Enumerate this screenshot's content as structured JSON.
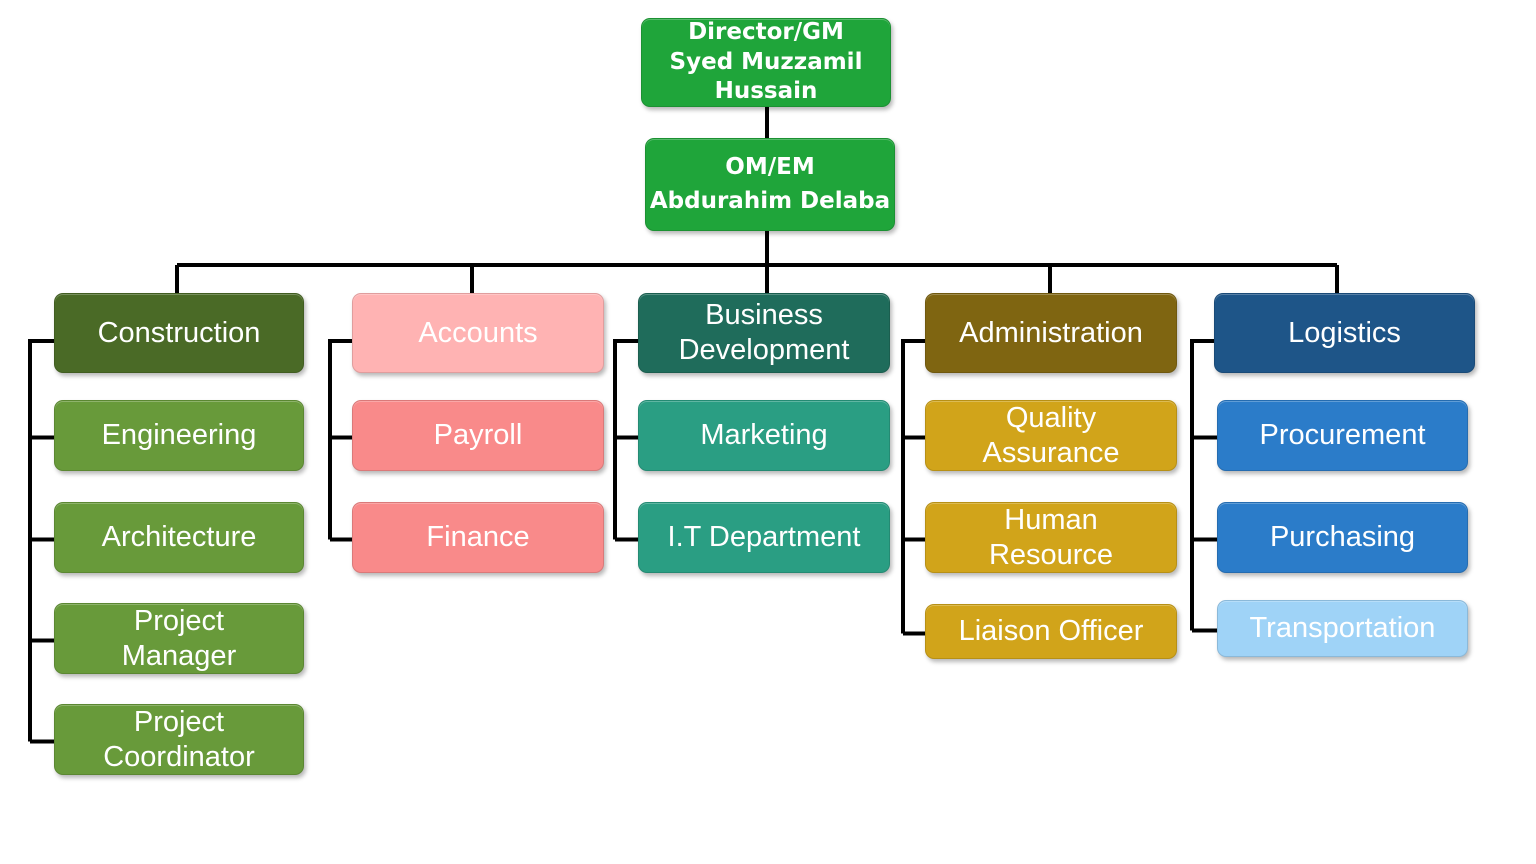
{
  "director": {
    "lines": [
      "Director/GM",
      "Syed Muzzamil",
      "Hussain"
    ],
    "color": "#1fa53a"
  },
  "manager": {
    "lines": [
      "OM/EM",
      "Abdurahim Delaba"
    ],
    "color": "#1fa53a"
  },
  "departments": [
    {
      "name": "Construction",
      "color": "#4a6a26",
      "children": [
        {
          "name": "Engineering",
          "color": "#689a3a"
        },
        {
          "name": "Architecture",
          "color": "#689a3a"
        },
        {
          "name": "Project\nManager",
          "color": "#689a3a"
        },
        {
          "name": "Project\nCoordinator",
          "color": "#689a3a"
        }
      ]
    },
    {
      "name": "Accounts",
      "color": "#ffb3b3",
      "children": [
        {
          "name": "Payroll",
          "color": "#f98a8a"
        },
        {
          "name": "Finance",
          "color": "#f98a8a"
        }
      ]
    },
    {
      "name": "Business\nDevelopment",
      "color": "#1f6c5b",
      "children": [
        {
          "name": "Marketing",
          "color": "#2a9e83"
        },
        {
          "name": "I.T Department",
          "color": "#2a9e83"
        }
      ]
    },
    {
      "name": "Administration",
      "color": "#7f6511",
      "children": [
        {
          "name": "Quality\nAssurance",
          "color": "#d1a41a"
        },
        {
          "name": "Human\nResource",
          "color": "#d1a41a"
        },
        {
          "name": "Liaison Officer",
          "color": "#d1a41a"
        }
      ]
    },
    {
      "name": "Logistics",
      "color": "#1e5588",
      "children": [
        {
          "name": "Procurement",
          "color": "#2b7cc9"
        },
        {
          "name": "Purchasing",
          "color": "#2b7cc9"
        },
        {
          "name": "Transportation",
          "color": "#9fd3f7"
        }
      ]
    }
  ]
}
